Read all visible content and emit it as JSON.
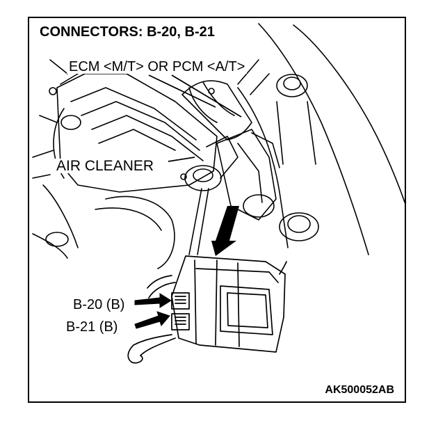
{
  "diagram": {
    "title": "CONNECTORS: B-20, B-21",
    "labels": {
      "ecm": "ECM <M/T> OR PCM <A/T>",
      "air_cleaner": "AIR CLEANER",
      "b20": "B-20 (B)",
      "b21": "B-21 (B)"
    },
    "figure_code": "AK500052AB"
  }
}
